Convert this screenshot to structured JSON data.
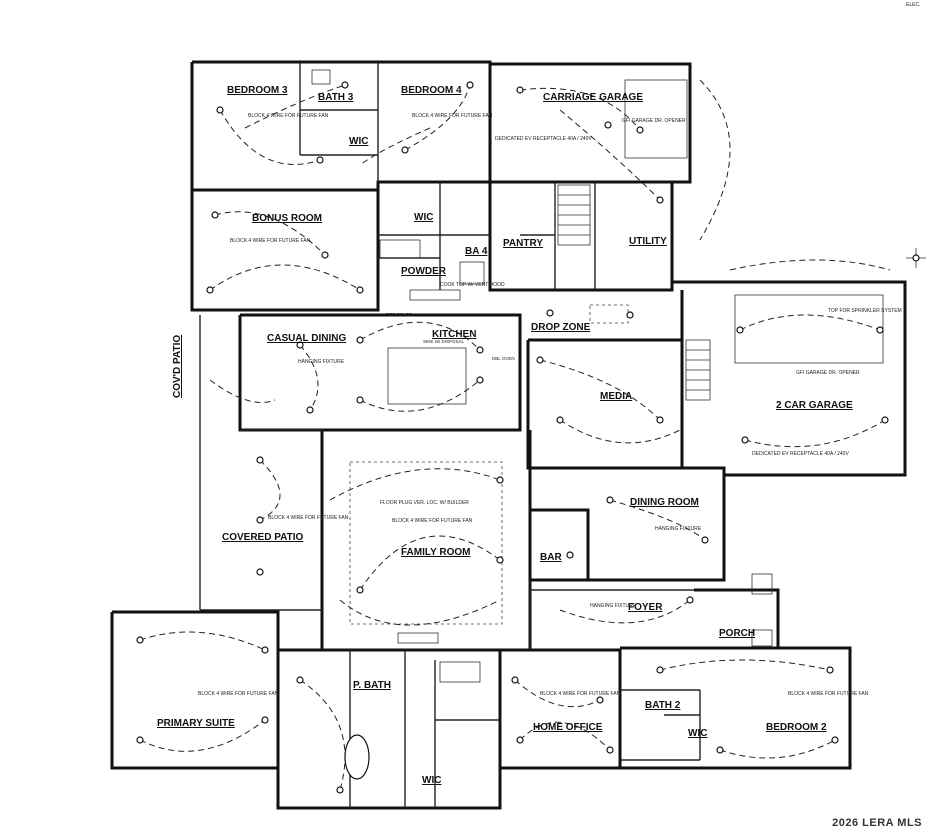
{
  "rooms": {
    "bedroom3": "BEDROOM 3",
    "bath3": "BATH 3",
    "bedroom4": "BEDROOM 4",
    "carriage_garage": "CARRIAGE GARAGE",
    "wic_upper": "WIC",
    "bonus_room": "BONUS ROOM",
    "wic_mid": "WIC",
    "ba4": "BA 4",
    "powder": "POWDER",
    "pantry": "PANTRY",
    "utility": "UTILITY",
    "casual_dining": "CASUAL DINING",
    "kitchen": "KITCHEN",
    "drop_zone": "DROP ZONE",
    "media": "MEDIA",
    "two_car_garage": "2 CAR GARAGE",
    "covd_patio": "COV'D PATIO",
    "covered_patio": "COVERED PATIO",
    "family_room": "FAMILY ROOM",
    "dining_room": "DINING ROOM",
    "bar": "BAR",
    "foyer": "FOYER",
    "porch": "PORCH",
    "primary_suite": "PRIMARY SUITE",
    "p_bath": "P. BATH",
    "home_office": "HOME OFFICE",
    "bath2": "BATH 2",
    "wic_bath2": "WIC",
    "bedroom2": "BEDROOM 2",
    "wic_primary": "WIC"
  },
  "notes": {
    "fan_bed3": "BLOCK 4 WIRE FOR FUTURE FAN",
    "fan_bed4": "BLOCK 4 WIRE FOR FUTURE FAN",
    "fan_bonus": "BLOCK 4 WIRE FOR FUTURE FAN",
    "fan_patio": "BLOCK 4 WIRE FOR FUTURE FAN",
    "fan_family": "BLOCK 4 WIRE FOR FUTURE FAN",
    "fan_primary": "BLOCK 4 WIRE FOR FUTURE FAN",
    "fan_office": "BLOCK 4 WIRE FOR FUTURE FAN",
    "fan_bed2": "BLOCK 4 WIRE FOR FUTURE FAN",
    "ev_carriage": "DEDICATED EV RECEPTACLE 40A / 240V",
    "ev_garage": "DEDICATED EV RECEPTACLE 40A / 240V",
    "gfi_carriage": "GFI GARAGE DR. OPENER",
    "gfi_garage": "GFI GARAGE DR. OPENER",
    "sprinkler": "TOP FOR SPRINKLER SYSTEM",
    "floor_plug": "FLOOR PLUG VER. LOC. W/ BUILDER",
    "hanging_dining": "HANGING FIXTURE",
    "hanging_foyer": "HANGING FIXTURE",
    "hanging_casual": "HANGING FIXTURE",
    "cooktop": "COOK TOP W/ VENT HOOD",
    "ref_space": "REF. SPACE",
    "sink": "SINK W/ DISPOSAL",
    "dbl_oven": "DBL OVEN",
    "electric_panel": "ELEC."
  },
  "watermark": "2026 LERA MLS"
}
